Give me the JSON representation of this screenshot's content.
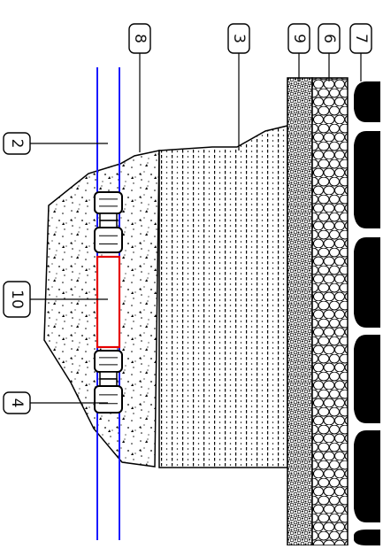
{
  "callouts": {
    "c2": "2",
    "c10": "10",
    "c4": "4",
    "c8": "8",
    "c3": "3",
    "c9": "9",
    "c6": "6",
    "c7": "7"
  },
  "colors": {
    "pipe": "#1a1aff",
    "pipe_section": "#e60000",
    "ink": "#000000",
    "background": "#ffffff"
  }
}
